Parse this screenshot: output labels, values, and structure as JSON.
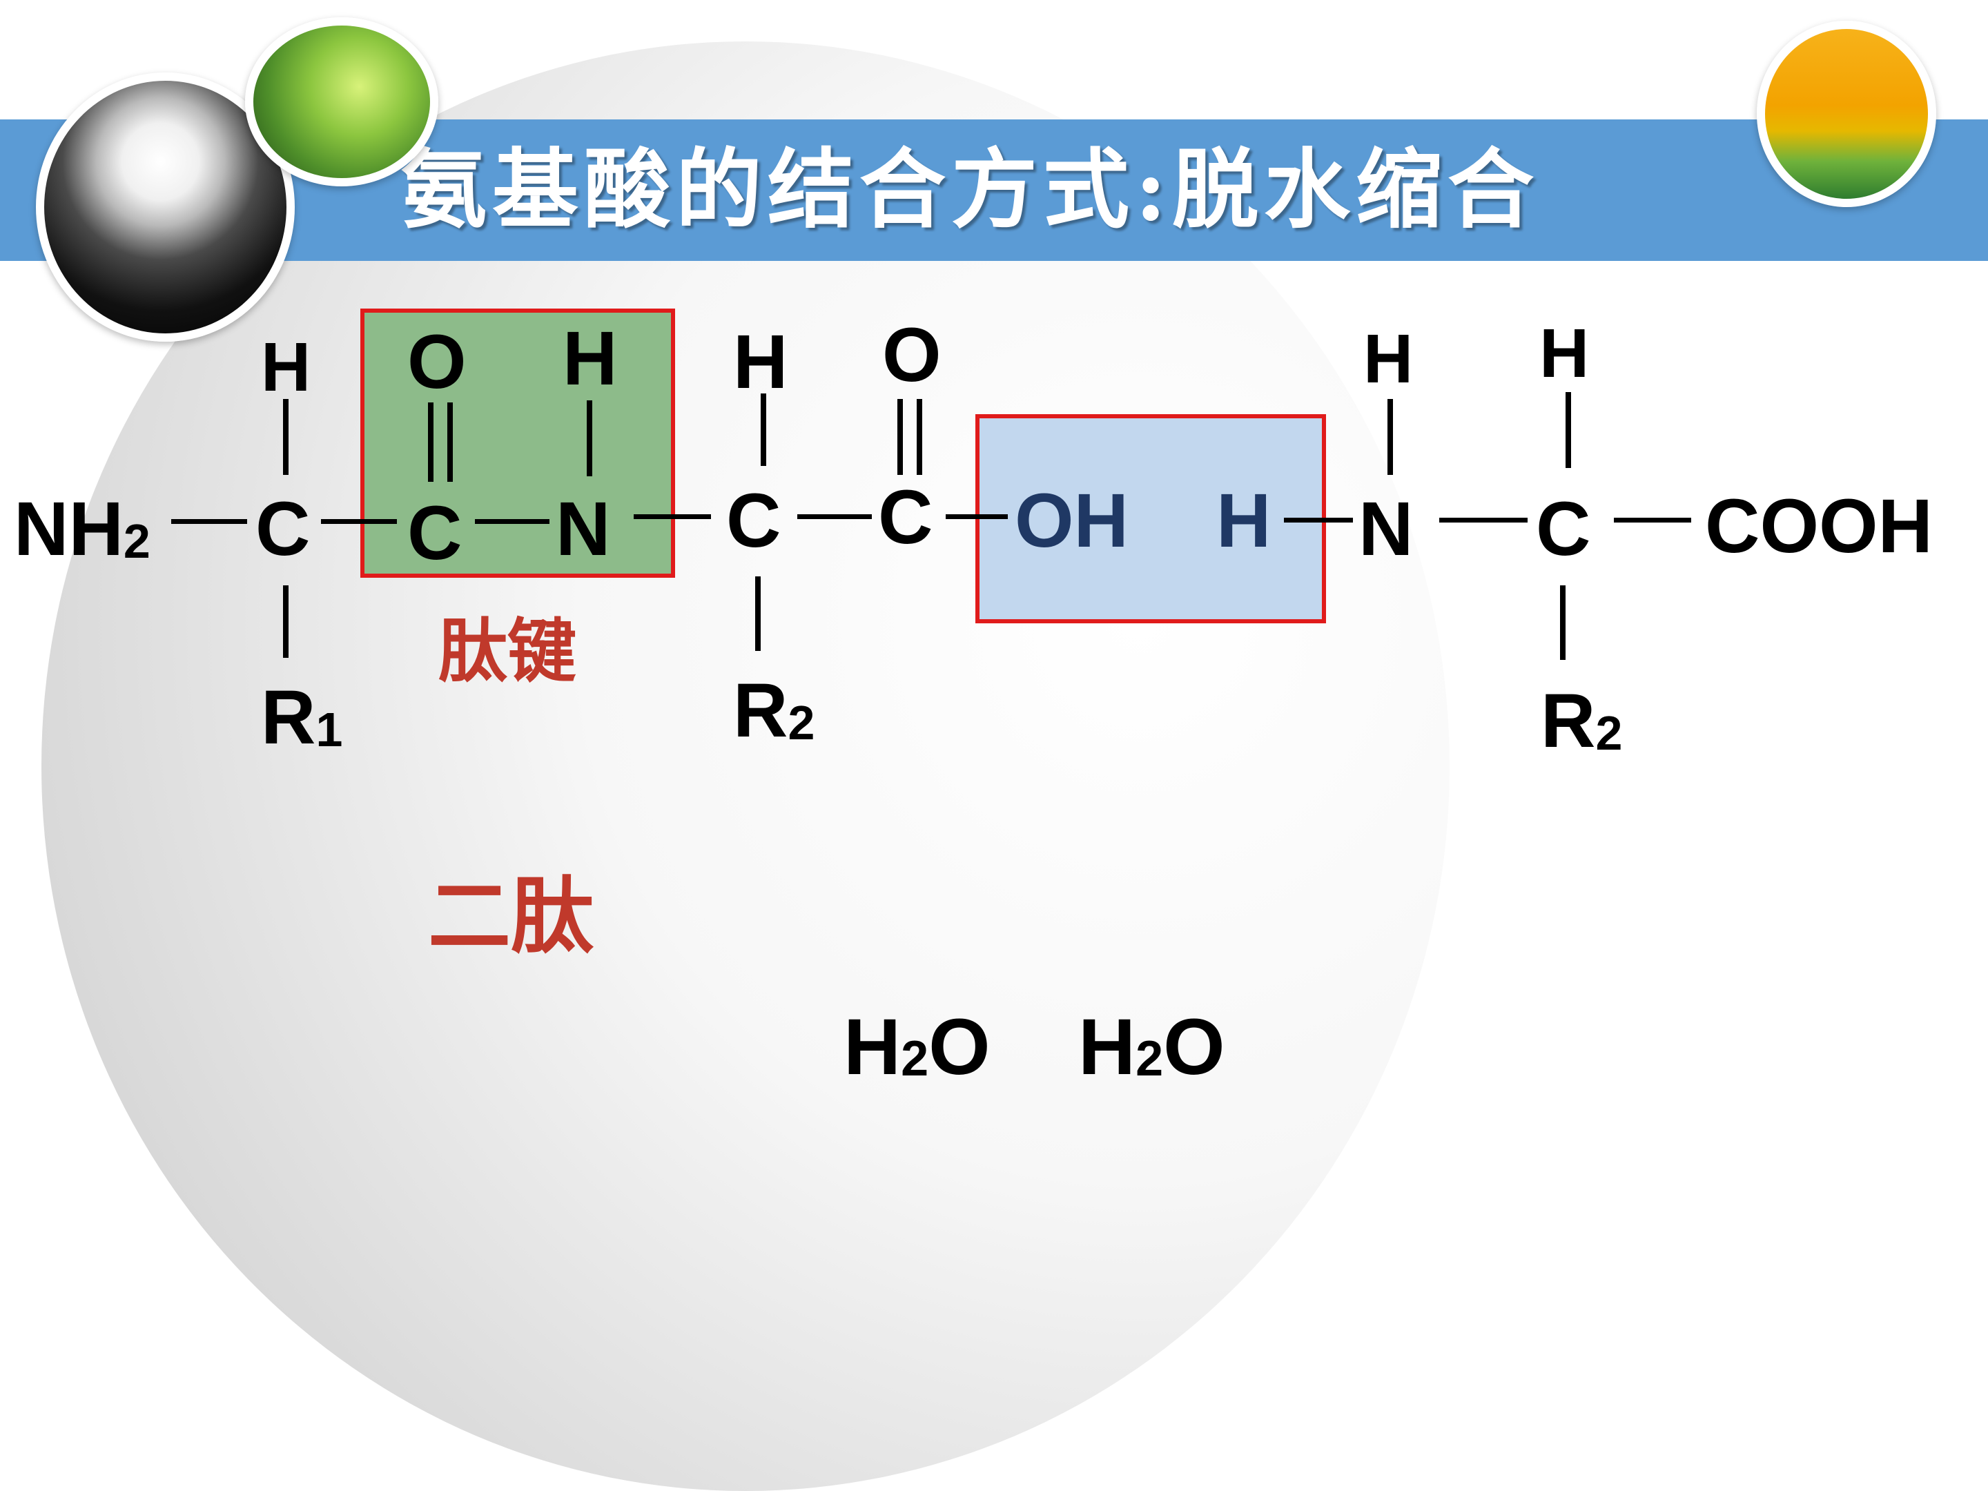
{
  "slide": {
    "title": "氨基酸的结合方式:脱水缩合",
    "peptide_bond_label": "肽键",
    "product_label": "二肽",
    "waters": [
      {
        "main": "H",
        "sub": "2",
        "tail": "O"
      },
      {
        "main": "H",
        "sub": "2",
        "tail": "O"
      }
    ]
  },
  "molecule": {
    "nh2": {
      "main": "NH",
      "sub": "2"
    },
    "c1": "C",
    "c2": "C",
    "n1": "N",
    "c3": "C",
    "c4": "C",
    "oh": "OH",
    "h_mid": "H",
    "n2": "N",
    "c5": "C",
    "cooh": "COOH",
    "h_c1": "H",
    "o_c2": "O",
    "h_n1": "H",
    "h_c3": "H",
    "o_c4": "O",
    "h_n2": "H",
    "h_c5": "H",
    "r1": {
      "main": "R",
      "sub": "1"
    },
    "r2a": {
      "main": "R",
      "sub": "2"
    },
    "r2b": {
      "main": "R",
      "sub": "2"
    }
  },
  "colors": {
    "title_band": "#5b9bd5",
    "peptide_box_fill": "#8dbb8a",
    "water_box_fill": "#c2d7ee",
    "box_border": "#e01b1b",
    "label_red": "#c0392b"
  },
  "decorations": [
    "dandelion-photo",
    "leaf-photo",
    "tulip-photo"
  ]
}
